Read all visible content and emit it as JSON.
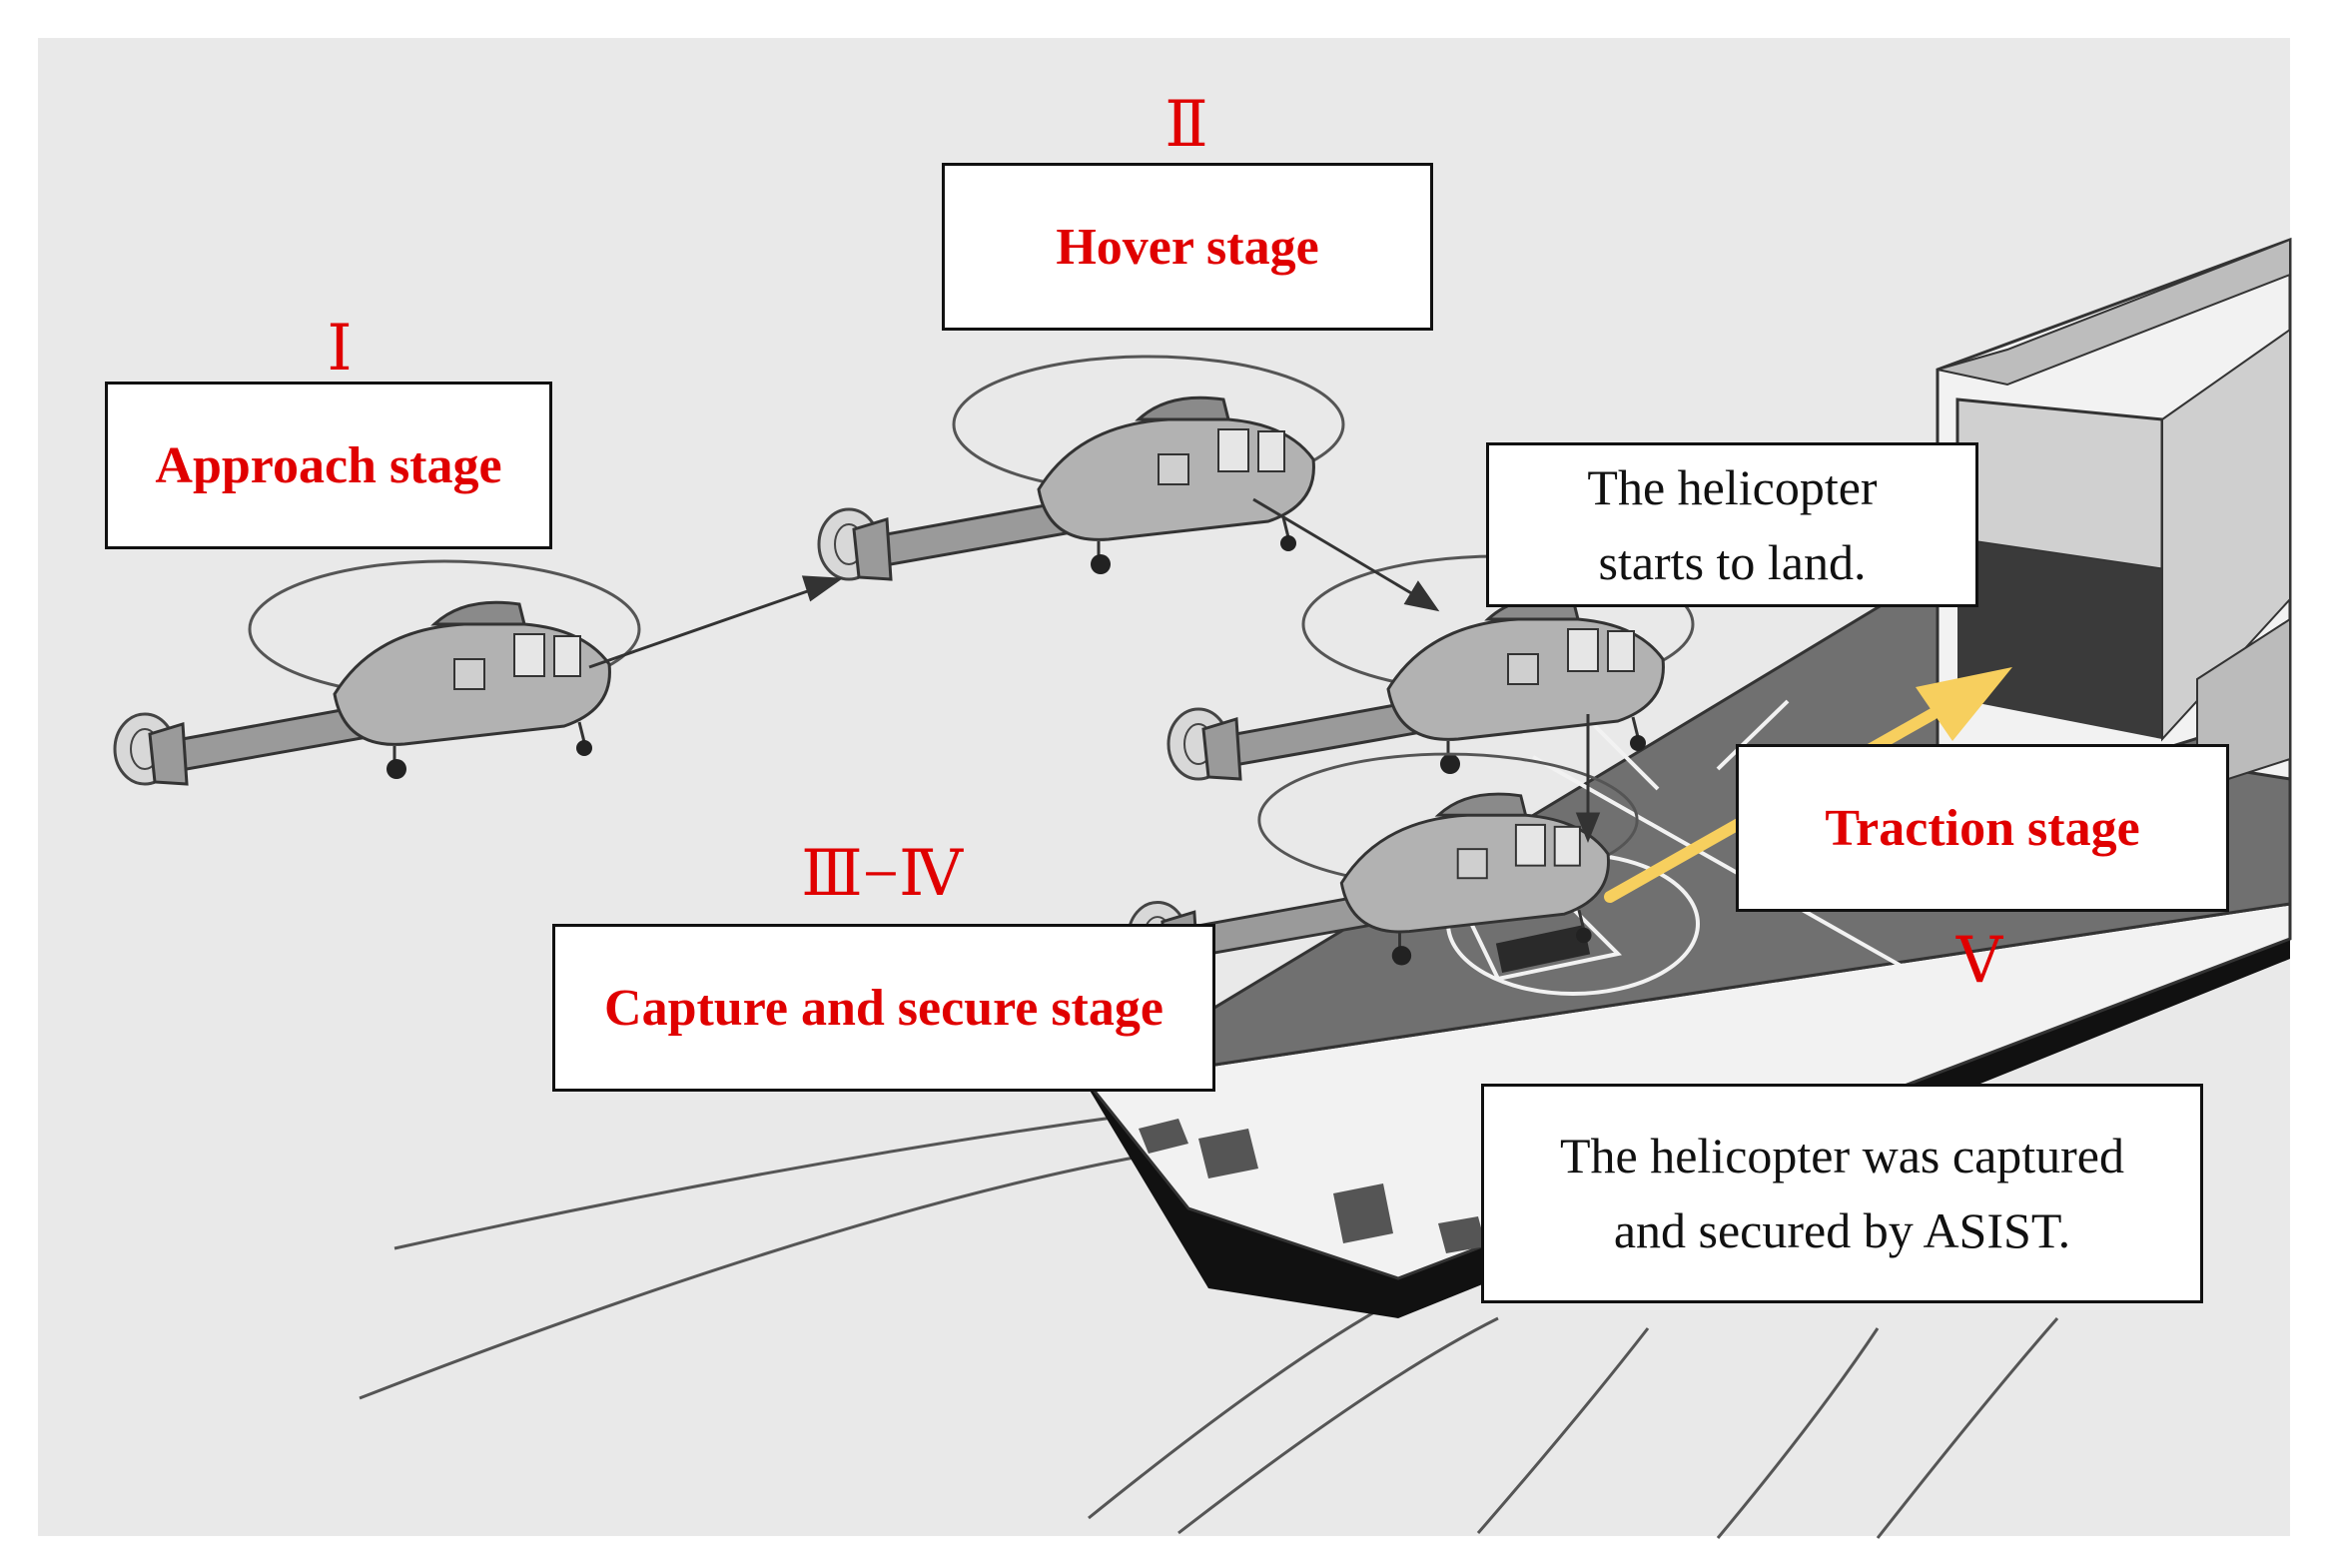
{
  "stages": {
    "approach": {
      "numeral": "Ⅰ",
      "label": "Approach stage"
    },
    "hover": {
      "numeral": "Ⅱ",
      "label": "Hover stage"
    },
    "capture": {
      "numeral": "Ⅲ−Ⅳ",
      "label": "Capture and secure stage"
    },
    "traction": {
      "numeral": "Ⅴ",
      "label": "Traction stage"
    }
  },
  "notes": {
    "starts_to_land": {
      "line1": "The helicopter",
      "line2": "starts to land."
    },
    "captured": {
      "line1": "The helicopter was captured",
      "line2": "and secured by ASIST."
    }
  },
  "colors": {
    "stage_text": "#e00000",
    "traction_arrow": "#f7cf5e",
    "background": "#e9e9e9",
    "deck": "#707070"
  }
}
